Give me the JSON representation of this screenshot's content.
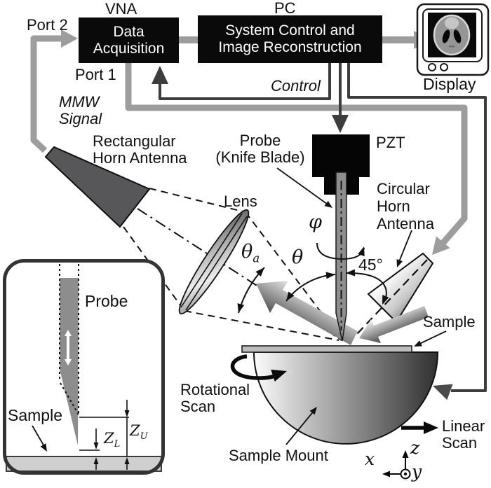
{
  "colors": {
    "signal_gray": "#9d9d9d",
    "control_dark": "#3d3d3d",
    "box_black": "#0a0a0a",
    "horn_dark": "#57575a",
    "probe_gray": "#8d8d8d"
  },
  "vna": {
    "label": "VNA",
    "box_line1": "Data",
    "box_line2": "Acquisition",
    "port1": "Port 1",
    "port2": "Port 2"
  },
  "pc": {
    "label": "PC",
    "box_line1": "System Control and",
    "box_line2": "Image Reconstruction"
  },
  "display": {
    "label": "Display"
  },
  "signals": {
    "mmw_line1": "MMW",
    "mmw_line2": "Signal",
    "control": "Control"
  },
  "components": {
    "rect_horn_line1": "Rectangular",
    "rect_horn_line2": "Horn Antenna",
    "lens": "Lens",
    "probe_line1": "Probe",
    "probe_line2": "(Knife Blade)",
    "pzt": "PZT",
    "circ_horn_line1": "Circular",
    "circ_horn_line2": "Horn",
    "circ_horn_line3": "Antenna",
    "sample": "Sample",
    "sample_mount": "Sample Mount"
  },
  "angles": {
    "phi": "φ",
    "theta": "θ",
    "theta_a": "θ",
    "theta_a_sub": "a",
    "deg45": "45°"
  },
  "scan": {
    "rotational_line1": "Rotational",
    "rotational_line2": "Scan",
    "linear_line1": "Linear",
    "linear_line2": "Scan"
  },
  "axes": {
    "x": "x",
    "y": "y",
    "z": "z"
  },
  "inset": {
    "probe": "Probe",
    "sample": "Sample",
    "zl_main": "Z",
    "zl_sub": "L",
    "zu_main": "Z",
    "zu_sub": "U"
  }
}
